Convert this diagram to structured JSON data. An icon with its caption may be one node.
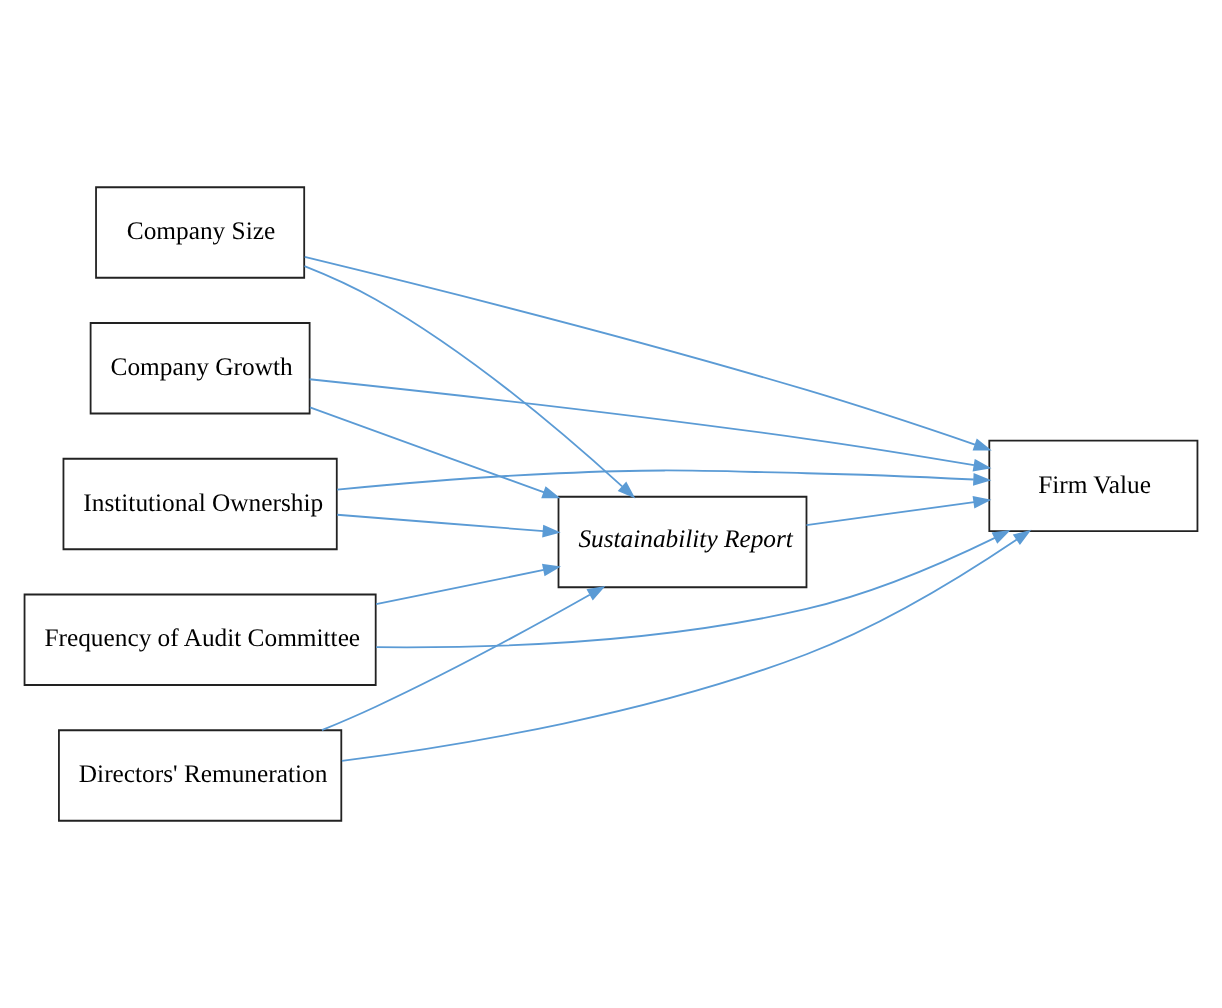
{
  "diagram": {
    "nodes": [
      {
        "text": [
          "Company Size"
        ]
      },
      {
        "text": [
          "Company Growth"
        ]
      },
      {
        "text": [
          "Institutional Ownership"
        ]
      },
      {
        "text": [
          "Sustainability Report"
        ]
      },
      {
        "text": [
          "Firm Value"
        ]
      },
      {
        "text": [
          "Frequency of Audit Committee"
        ]
      },
      {
        "text": [
          "Directors' Remuneration"
        ]
      }
    ],
    "edges": [
      {
        "from": 0,
        "to": 3,
        "arrow": "to"
      },
      {
        "from": 1,
        "to": 3,
        "arrow": "to"
      },
      {
        "from": 2,
        "to": 3,
        "arrow": "to"
      },
      {
        "from": 5,
        "to": 3,
        "arrow": "to"
      },
      {
        "from": 6,
        "to": 3,
        "arrow": "to"
      },
      {
        "from": 3,
        "to": 4,
        "arrow": "to"
      },
      {
        "from": 0,
        "to": 4,
        "arrow": "to"
      },
      {
        "from": 1,
        "to": 4,
        "arrow": "to"
      },
      {
        "from": 2,
        "to": 4,
        "arrow": "to"
      },
      {
        "from": 6,
        "to": 4,
        "arrow": "to"
      },
      {
        "from": 5,
        "to": 4,
        "arrow": "to"
      }
    ]
  }
}
